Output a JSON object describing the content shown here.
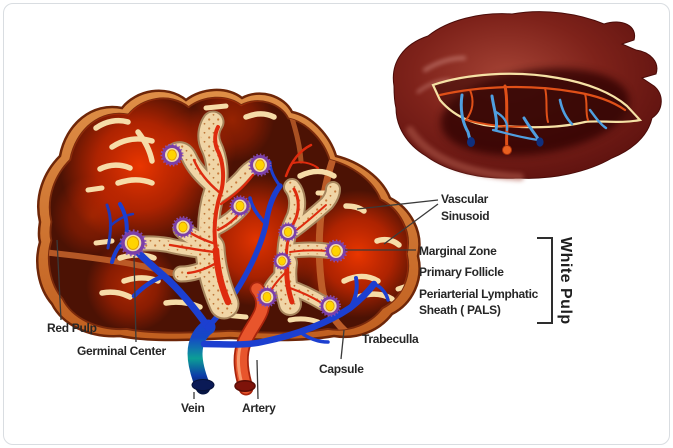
{
  "figure": {
    "subject": "spleen-anatomy-diagram",
    "views": [
      "spleen-cross-section",
      "whole-spleen"
    ]
  },
  "labels": {
    "vascular_sinusoid": "Vascular\nSinusoid",
    "marginal_zone": "Marginal Zone",
    "primary_follicle": "Primary Follicle",
    "pals": "Periarterial Lymphatic\nSheath ( PALS)",
    "white_pulp": "White Pulp",
    "red_pulp": "Red Pulp",
    "germinal_center": "Germinal Center",
    "trabeculla": "Trabeculla",
    "capsule": "Capsule",
    "vein": "Vein",
    "artery": "Artery"
  },
  "palette": {
    "capsule_orange": "#C96B30",
    "red_pulp_dark": "#4C1204",
    "red_pulp_bright": "#E83000",
    "sinusoid_cream": "#F6DCA8",
    "white_pulp_tan": "#F0D5A6",
    "stipple_dot": "#C06A28",
    "follicle_ring_purple": "#7C3FA8",
    "follicle_core_yellow": "#FFD400",
    "artery_red": "#E8552C",
    "vein_blue": "#1C3FD0",
    "vein_teal": "#0C9E96",
    "whole_spleen_red": "#7E221A",
    "leader_line": "#3A3A3A",
    "label_text": "#262626",
    "background": "#FFFFFF"
  }
}
